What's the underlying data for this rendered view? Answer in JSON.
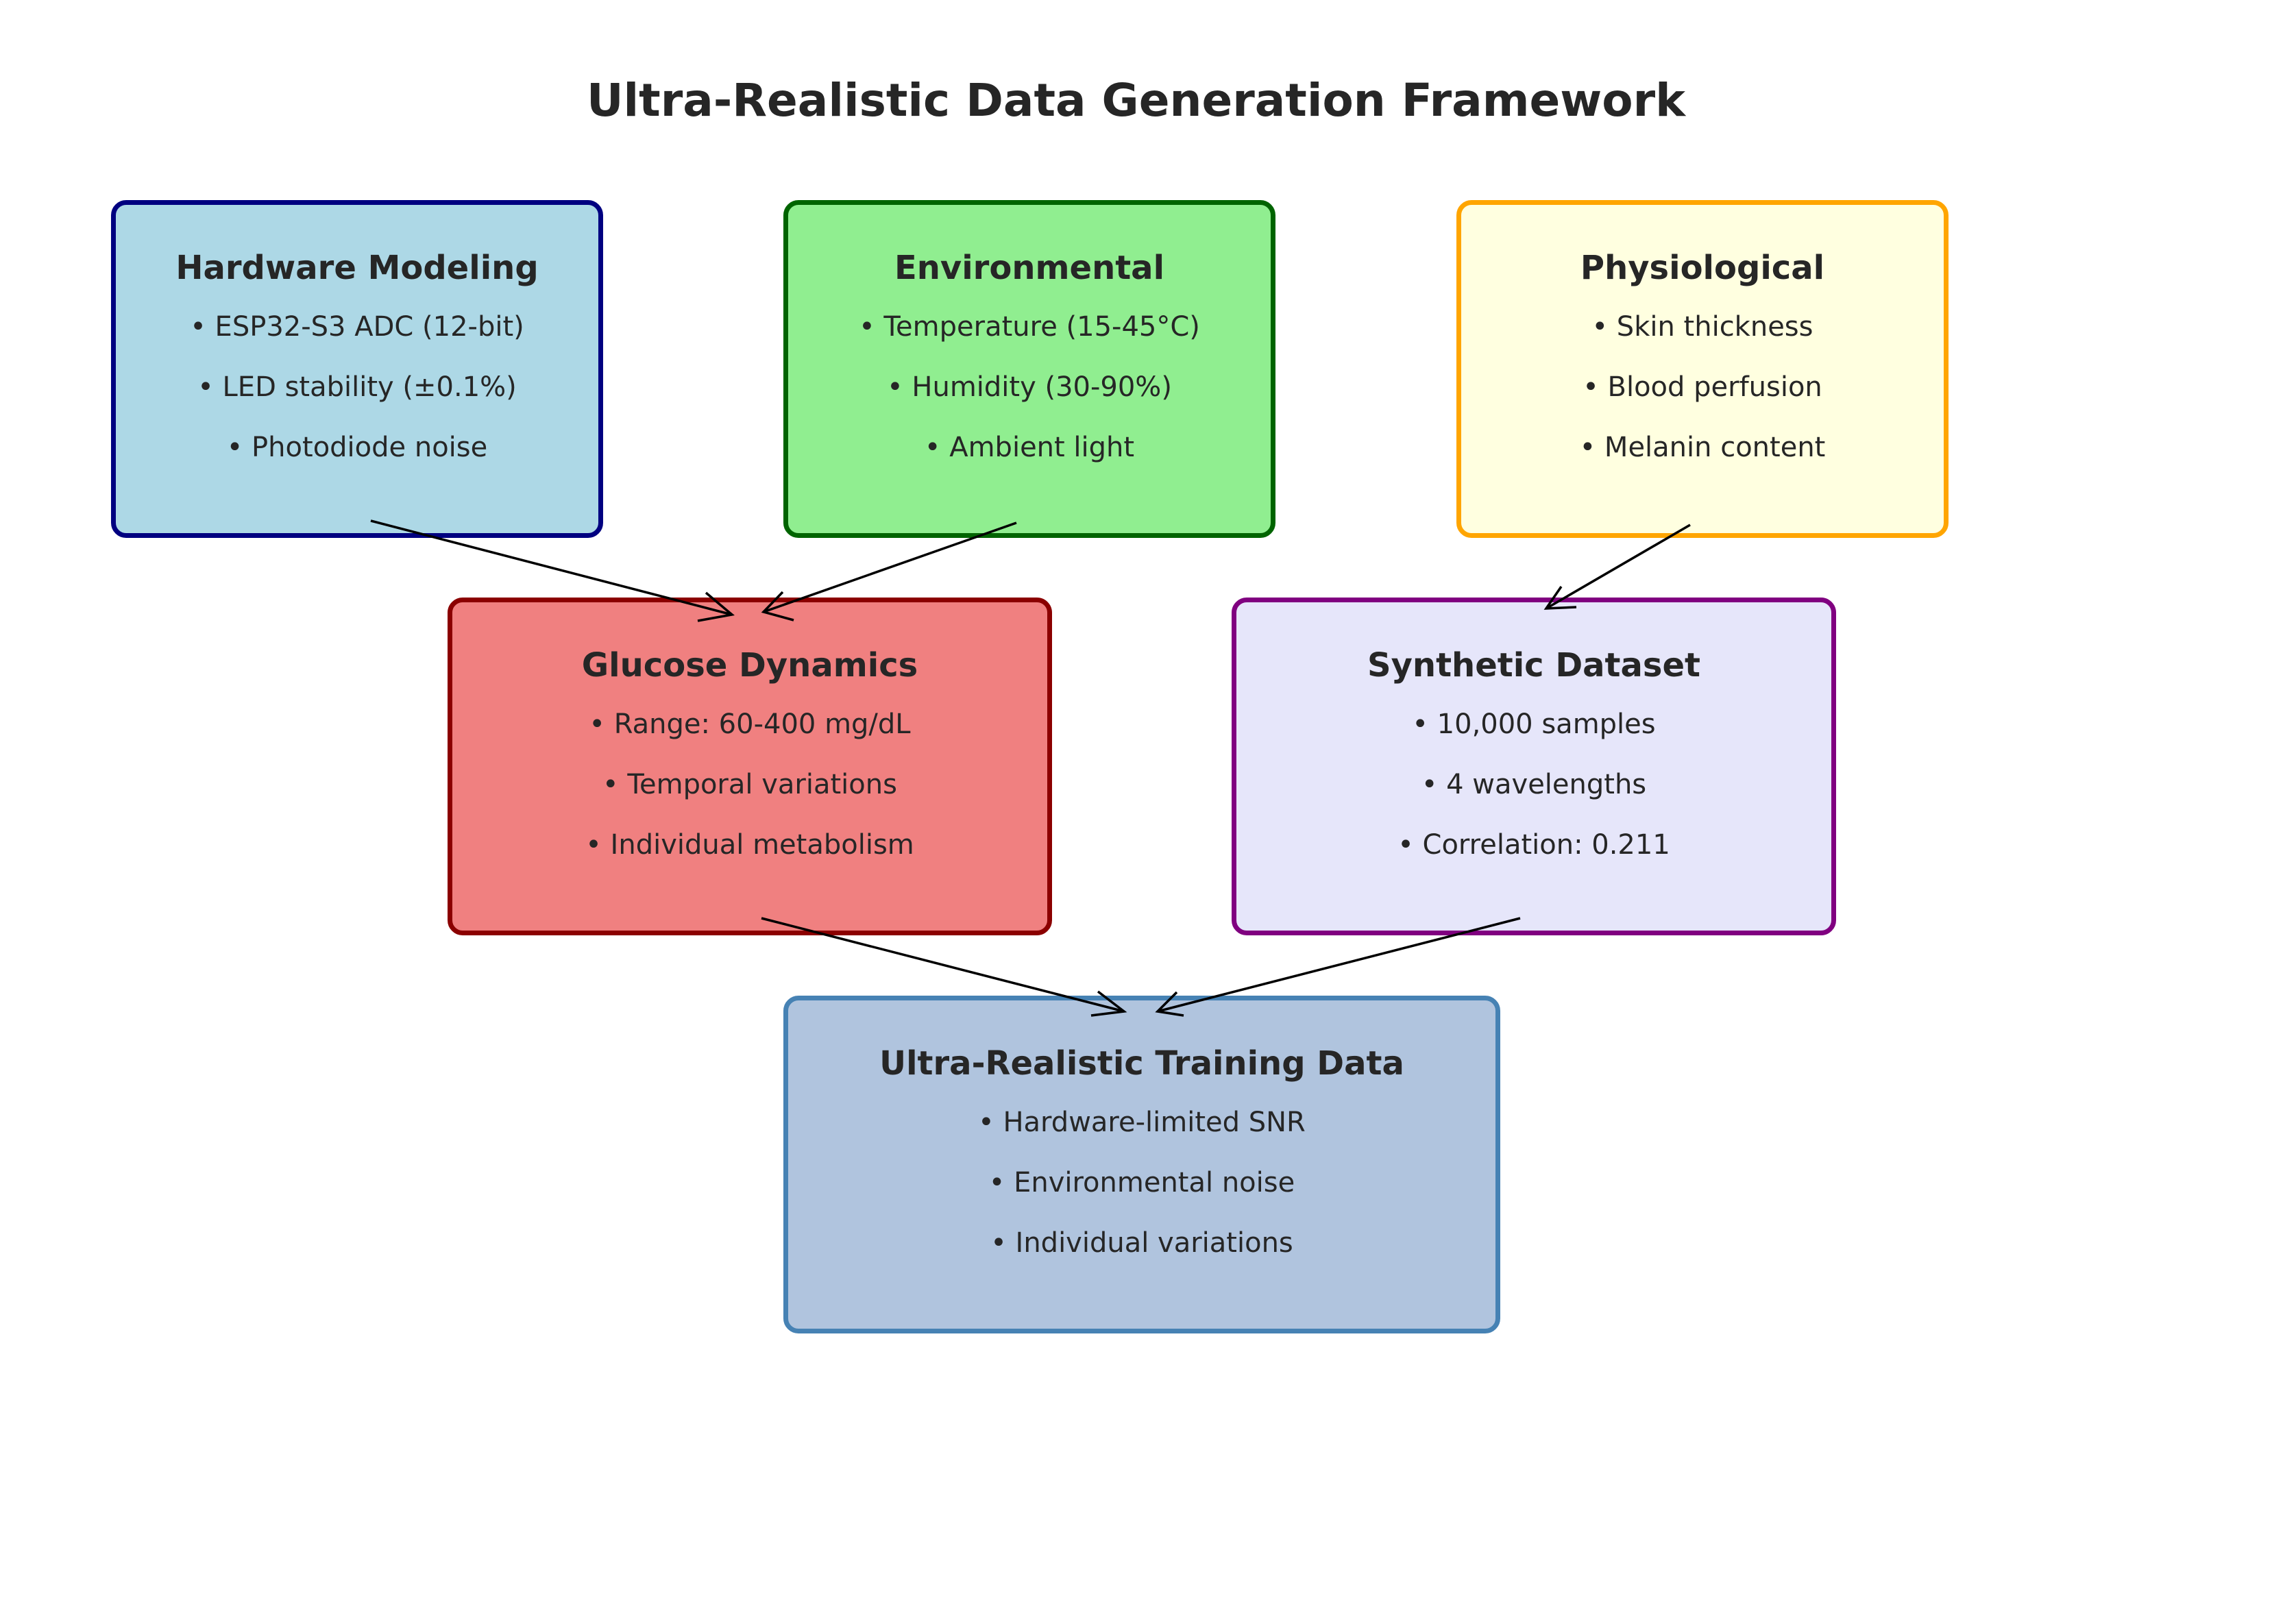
{
  "title": "Ultra-Realistic Data Generation Framework",
  "nodes": {
    "hardware": {
      "title": "Hardware Modeling",
      "items": [
        "• ESP32-S3 ADC (12-bit)",
        "• LED stability (±0.1%)",
        "• Photodiode noise"
      ],
      "fill": "#add8e6",
      "border": "#000080"
    },
    "environmental": {
      "title": "Environmental",
      "items": [
        "• Temperature (15-45°C)",
        "• Humidity (30-90%)",
        "• Ambient light"
      ],
      "fill": "#90ee90",
      "border": "#006400"
    },
    "physiological": {
      "title": "Physiological",
      "items": [
        "• Skin thickness",
        "• Blood perfusion",
        "• Melanin content"
      ],
      "fill": "#ffffe0",
      "border": "#ffa500"
    },
    "glucose": {
      "title": "Glucose Dynamics",
      "items": [
        "• Range: 60-400 mg/dL",
        "• Temporal variations",
        "• Individual metabolism"
      ],
      "fill": "#f08080",
      "border": "#8b0000"
    },
    "synthetic": {
      "title": "Synthetic Dataset",
      "items": [
        "• 10,000 samples",
        "• 4 wavelengths",
        "• Correlation: 0.211"
      ],
      "fill": "#e6e6fa",
      "border": "#800080"
    },
    "training": {
      "title": "Ultra-Realistic Training Data",
      "items": [
        "• Hardware-limited SNR",
        "• Environmental noise",
        "• Individual variations"
      ],
      "fill": "#b0c4de",
      "border": "#4682b4"
    }
  },
  "edges": [
    {
      "from": "hardware",
      "to": "glucose"
    },
    {
      "from": "environmental",
      "to": "glucose"
    },
    {
      "from": "physiological",
      "to": "synthetic"
    },
    {
      "from": "glucose",
      "to": "training"
    },
    {
      "from": "synthetic",
      "to": "training"
    }
  ]
}
